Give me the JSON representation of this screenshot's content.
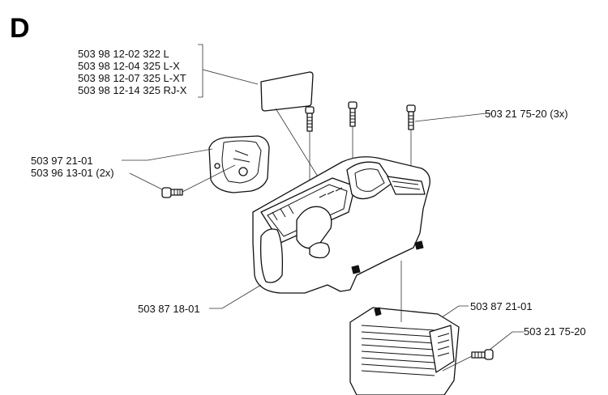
{
  "section_letter": "D",
  "variant_labels": [
    "503 98 12-02 322 L",
    "503 98 12-04 325 L-X",
    "503 98 12-07 325 L-XT",
    "503 98 12-14 325 RJ-X"
  ],
  "part_labels": {
    "screws_top": "503 21 75-20 (3x)",
    "cover_part": "503 97 21-01",
    "small_screw": "503 96 13-01 (2x)",
    "cylinder_cover": "503 87 18-01",
    "lower_cover": "503 87 21-01",
    "screw_single": "503 21 75-20"
  }
}
